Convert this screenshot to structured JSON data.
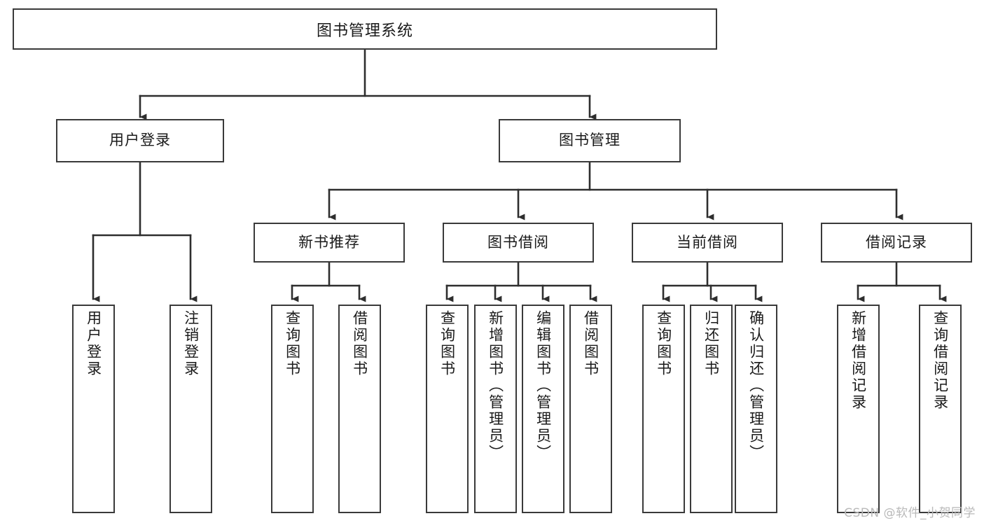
{
  "diagram": {
    "title": "图书管理系统",
    "type": "tree-hierarchy",
    "watermark": "CSDN @软件_小贺同学",
    "colors": {
      "background": "#ffffff",
      "box_border": "#3a3a3a",
      "box_fill": "#ffffff",
      "connector": "#2e2e2e",
      "text": "#1a1a1a",
      "watermark": "#b9b9b9"
    },
    "root": {
      "label": "图书管理系统"
    },
    "level2": [
      {
        "label": "用户登录"
      },
      {
        "label": "图书管理"
      }
    ],
    "level3": [
      {
        "label": "新书推荐"
      },
      {
        "label": "图书借阅"
      },
      {
        "label": "当前借阅"
      },
      {
        "label": "借阅记录"
      }
    ],
    "leaves": {
      "user_login": [
        {
          "label": "用户登录"
        },
        {
          "label": "注销登录"
        }
      ],
      "new_book_recommend": [
        {
          "label": "查询图书"
        },
        {
          "label": "借阅图书"
        }
      ],
      "book_borrow": [
        {
          "label": "查询图书"
        },
        {
          "label": "新增图书（管理员）"
        },
        {
          "label": "编辑图书（管理员）"
        },
        {
          "label": "借阅图书"
        }
      ],
      "current_borrow": [
        {
          "label": "查询图书"
        },
        {
          "label": "归还图书"
        },
        {
          "label": "确认归还（管理员）"
        }
      ],
      "borrow_record": [
        {
          "label": "新增借阅记录"
        },
        {
          "label": "查询借阅记录"
        }
      ]
    }
  }
}
